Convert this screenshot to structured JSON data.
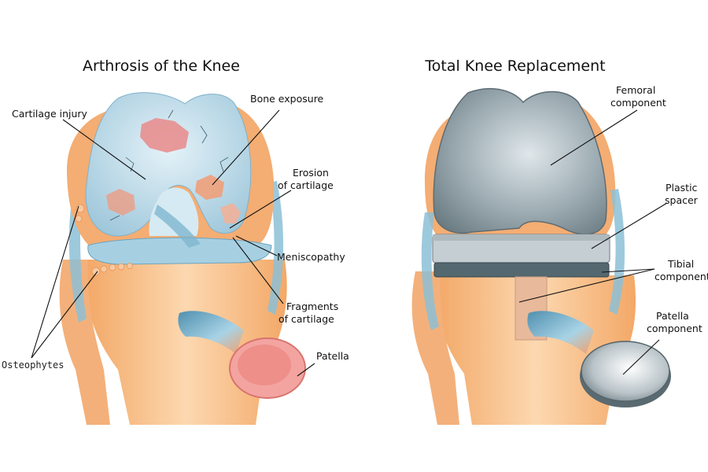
{
  "left_panel": {
    "title": "Arthrosis of the Knee",
    "labels": {
      "cartilage_injury": "Cartilage injury",
      "bone_exposure": "Bone exposure",
      "erosion_line1": "Erosion",
      "erosion_line2": "of cartilage",
      "meniscopathy": "Meniscopathy",
      "fragments_line1": "Fragments",
      "fragments_line2": "of cartilage",
      "patella": "Patella",
      "osteophytes": "Osteophytes"
    }
  },
  "right_panel": {
    "title": "Total Knee Replacement",
    "labels": {
      "femoral_line1": "Femoral",
      "femoral_line2": "component",
      "plastic_line1": "Plastic",
      "plastic_line2": "spacer",
      "tibial_line1": "Tibial",
      "tibial_line2": "component",
      "patella_comp_line1": "Patella",
      "patella_comp_line2": "component"
    }
  },
  "colors": {
    "bone": "#f6b47a",
    "bone_light": "#fbd9b4",
    "cartilage": "#b9d9e8",
    "tendon": "#6fa9c4",
    "metal": "#8e9ea5",
    "spacer": "#c8d2d6",
    "lesion": "#e98a8a",
    "patella_pink": "#eb8f8c"
  }
}
